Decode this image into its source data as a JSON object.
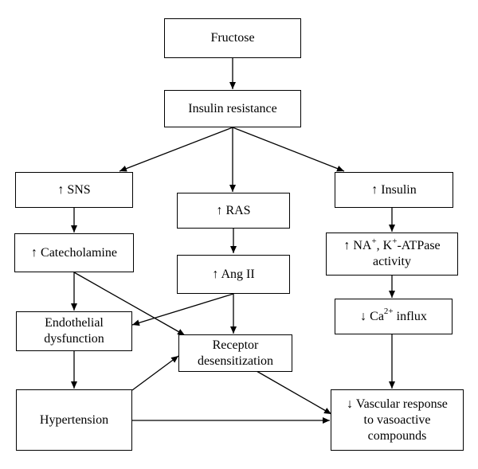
{
  "nodes": {
    "fructose": "Fructose",
    "insulin_resistance": "Insulin resistance",
    "sns": "↑ SNS",
    "ras": "↑ RAS",
    "insulin": "↑ Insulin",
    "catecholamine": "↑ Catecholamine",
    "ang_ii": "↑ Ang II",
    "atpase_line1_a": "↑ NA",
    "atpase_line1_sup1": "+",
    "atpase_line1_b": ", K",
    "atpase_line1_sup2": "+",
    "atpase_line1_c": "-ATPase",
    "atpase_line2": "activity",
    "endothelial_line1": "Endothelial",
    "endothelial_line2": "dysfunction",
    "receptor_line1": "Receptor",
    "receptor_line2": "desensitization",
    "ca_a": "↓ Ca",
    "ca_sup": "2+",
    "ca_b": " influx",
    "hypertension": "Hypertension",
    "vascular_line1": "↓ Vascular response",
    "vascular_line2": "to vasoactive",
    "vascular_line3": "compounds"
  }
}
